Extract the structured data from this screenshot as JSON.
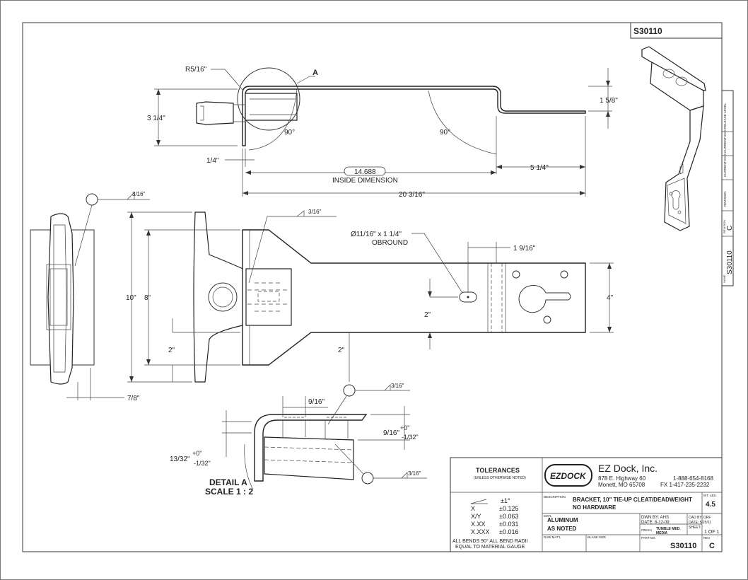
{
  "part_number": "S30110",
  "dims": {
    "r5_16": "R5/16\"",
    "detail_ref": "A",
    "d_3_1_4": "3 1/4\"",
    "d_1_5_8": "1 5/8\"",
    "angle_1": "90°",
    "angle_2": "90°",
    "d_1_4": "1/4\"",
    "d_14688": "14.688",
    "inside_dimension": "INSIDE DIMENSION",
    "d_5_1_4": "5 1/4\"",
    "d_20_3_16": "20 3/16\"",
    "weld_1": "3/16\"",
    "weld_2": "3/16\"",
    "weld_3": "3/16\"",
    "weld_4": "3/16\"",
    "obround_dia": "Ø11/16\" x 1 1/4\"",
    "obround": "OBROUND",
    "d_1_9_16": "1 9/16\"",
    "d_10": "10\"",
    "d_8": "8\"",
    "d_4": "4\"",
    "d_2_a": "2\"",
    "d_2_b": "2\"",
    "d_2_c": "2\"",
    "d_7_8": "7/8\"",
    "d_9_16_top": "9/16\"",
    "d_9_16_side": "9/16\"",
    "tol_plus0_a": "+0\"",
    "tol_minus132_a": "-1/32\"",
    "d_13_32": "13/32\"",
    "tol_plus0_b": "+0\"",
    "tol_minus132_b": "-1/32\"",
    "detail_a": "DETAIL A",
    "scale": "SCALE 1 : 2"
  },
  "revision_strip": {
    "release_level": "RELEASE LEVEL",
    "current_eco_1": "CURRENT ECO",
    "current_eco_2": "CURRENT ECO",
    "revision": "REVISION",
    "rev_label": "REVISION",
    "rev_value": "C",
    "name_label": "NAME",
    "name_value": "S30110"
  },
  "title_block": {
    "tolerances": "TOLERANCES",
    "unless": "(UNLESS OTHERWISE NOTED)",
    "tol_angle_val": "±1°",
    "tol_x": "X",
    "tol_x_val": "±0.125",
    "tol_xy": "X/Y",
    "tol_xy_val": "±0.063",
    "tol_xxx2": "X.XX",
    "tol_xxx2_val": "±0.031",
    "tol_xxx3": "X.XXX",
    "tol_xxx3_val": "±0.016",
    "bends_note_1": "ALL BENDS 90°   ALL BEND RADII",
    "bends_note_2": "EQUAL TO MATERIAL GAUGE",
    "logo": "EZDOCK",
    "company": "EZ Dock, Inc.",
    "addr1": "878 E. Highway 60",
    "addr2": "Monett, MO 65708",
    "phone1": "1-888-654-8168",
    "phone2": "FX  1-417-235-2232",
    "desc_label": "DESCRIPTION",
    "desc_1": "BRACKET, 10\" TIE-UP CLEAT/DEADWEIGHT",
    "desc_2": "NO HARDWARE",
    "wt_label": "WT. LBS.",
    "wt_value": "4.5",
    "matl_label": "MATL",
    "matl_value": "ALUMINUM",
    "as_noted": "AS NOTED",
    "dwn_by": "DWN BY: AHS",
    "date1": "DATE: 8-12-09",
    "cad_by": "CAD BY: DRF",
    "date2": "DATE: 5/25/11",
    "finish_label": "FINISH",
    "finish_value": "TUMBLE MED.",
    "finish_value2": "MEDIA",
    "sheet_label": "SHEET:",
    "sheet_value": "1 OF 1",
    "raw_matl": "RAW MAT'L",
    "blank_size": "BLANK SIZE",
    "part_no_label": "PART NO.",
    "part_no": "S30110",
    "rev_label": "REV.",
    "rev_value": "C"
  }
}
